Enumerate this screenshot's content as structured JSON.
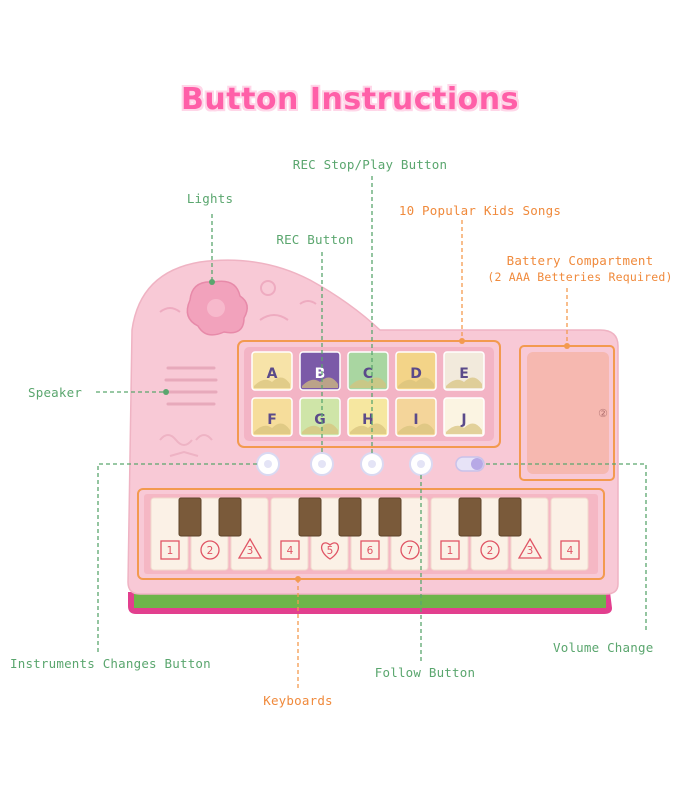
{
  "title": "Button Instructions",
  "colors": {
    "title": "#ff5fa8",
    "green_label": "#5aa66e",
    "orange_label": "#f08a3c",
    "piano_body": "#f7c6d3",
    "piano_base": "#6db54a",
    "highlight": "#f39a4f"
  },
  "labels": {
    "rec_stop_play": "REC Stop/Play Button",
    "lights": "Lights",
    "songs": "10 Popular Kids Songs",
    "rec": "REC Button",
    "battery_line1": "Battery Compartment",
    "battery_line2": "(2 AAA Betteries Required)",
    "speaker": "Speaker",
    "instruments": "Instruments Changes Button",
    "follow": "Follow Button",
    "volume": "Volume Change",
    "keyboards": "Keyboards"
  },
  "song_buttons": [
    "A",
    "B",
    "C",
    "D",
    "E",
    "F",
    "G",
    "H",
    "I",
    "J"
  ],
  "key_numbers": [
    "1",
    "2",
    "3",
    "4",
    "5",
    "6",
    "7",
    "1",
    "2",
    "3",
    "4"
  ],
  "key_shapes": [
    "square",
    "circle",
    "triangle",
    "square",
    "heart",
    "square",
    "circle",
    "square",
    "circle",
    "triangle",
    "square"
  ],
  "battery_mark": "②"
}
